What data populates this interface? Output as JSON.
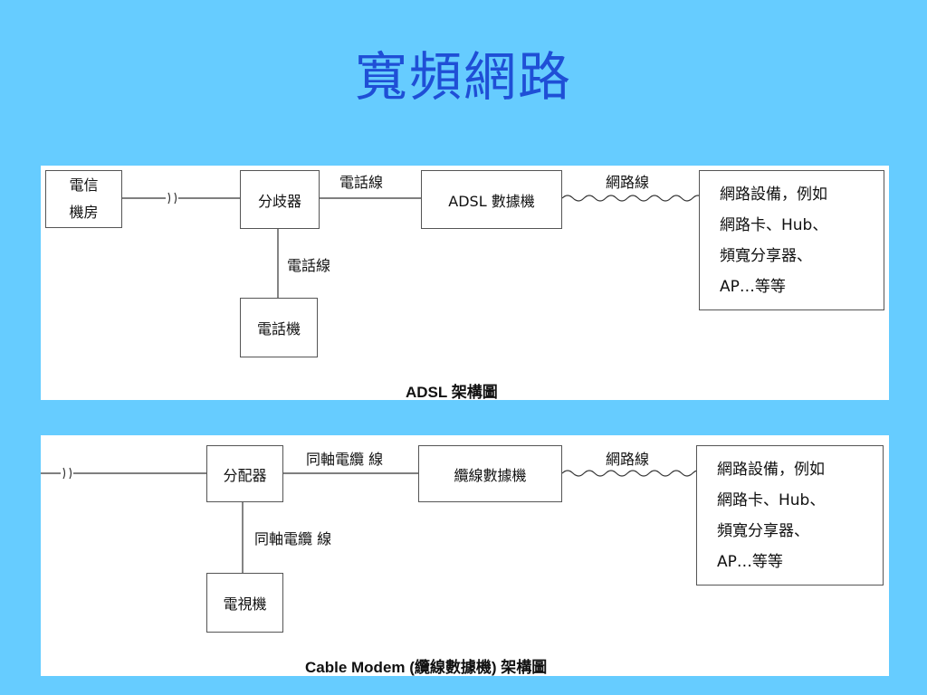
{
  "slide": {
    "title": "寬頻網路"
  },
  "adsl": {
    "caption": "ADSL 架構圖",
    "telecom_line1": "電信",
    "telecom_line2": "機房",
    "splitter": "分歧器",
    "modem": "ADSL 數據機",
    "phone": "電話機",
    "phone_line_label": "電話線",
    "phone_line_label2": "電話線",
    "network_line_label": "網路線",
    "devices": [
      "網路設備，例如",
      "網路卡、Hub、",
      "頻寬分享器、",
      "AP…等等"
    ]
  },
  "cable": {
    "caption": "Cable Modem (纜線數據機) 架構圖",
    "distributor": "分配器",
    "modem": "纜線數據機",
    "tv": "電視機",
    "coax_label": "同軸電纜 線",
    "coax_label2": "同軸電纜 線",
    "network_line_label": "網路線",
    "devices": [
      "網路設備，例如",
      "網路卡、Hub、",
      "頻寬分享器、",
      "AP…等等"
    ]
  }
}
